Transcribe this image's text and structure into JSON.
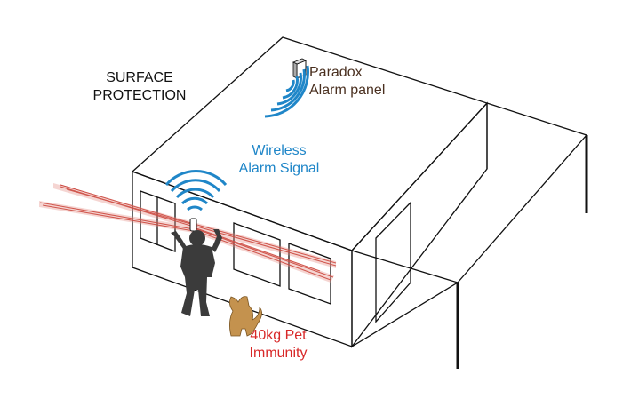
{
  "labels": {
    "surface_protection": [
      "SURFACE",
      "PROTECTION"
    ],
    "alarm_panel": [
      "Paradox",
      "Alarm panel"
    ],
    "wireless_signal": [
      "Wireless",
      "Alarm Signal"
    ],
    "pet_immunity": [
      "40kg Pet",
      "Immunity"
    ]
  },
  "colors": {
    "outline": "#111111",
    "signal_wave": "#1f86c8",
    "beam": "#c0281f",
    "intruder": "#3b3b3b",
    "dog": "#c4924e",
    "panel_text": "#4a3020",
    "pet_text": "#d82828"
  },
  "icons": [
    "alarm-panel-icon",
    "wireless-signal-icon",
    "intruder-figure-icon",
    "dog-icon",
    "window-sensor-icon"
  ]
}
